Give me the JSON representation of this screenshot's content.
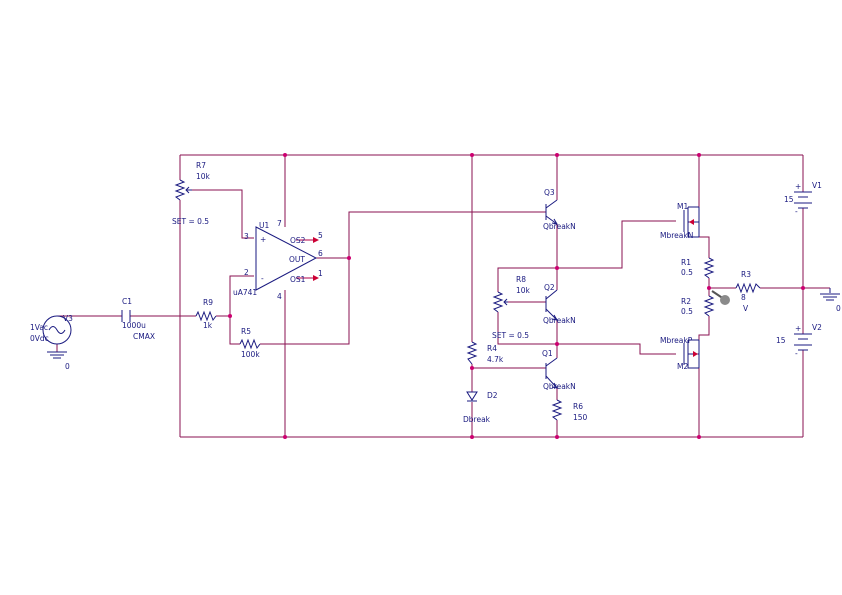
{
  "colors": {
    "wire": "#8a1252",
    "component": "#1a1a80",
    "junction": "#cc0070",
    "background": "#ffffff"
  },
  "labels": {
    "r7": "R7",
    "r7_value": "10k",
    "r7_set": "SET = 0.5",
    "u1": "U1",
    "u1_part": "uA741",
    "pin3": "3",
    "pin2": "2",
    "pin7": "7",
    "pin4": "4",
    "pin6": "6",
    "pin5": "5",
    "pin1": "1",
    "os2": "OS2",
    "os1": "OS1",
    "out": "OUT",
    "plus": "+",
    "minus": "-",
    "c1": "C1",
    "c1_value": "1000u",
    "c1_model": "CMAX",
    "r9": "R9",
    "r9_value": "1k",
    "r5": "R5",
    "r5_value": "100k",
    "v3": "V3",
    "v3_ac": "1Vac",
    "v3_dc": "0Vdc",
    "gnd_left": "0",
    "gnd_right": "0",
    "q3": "Q3",
    "q3_model": "QbreakN",
    "q2": "Q2",
    "q2_model": "QbreakN",
    "q1": "Q1",
    "q1_model": "QbreakN",
    "r8": "R8",
    "r8_value": "10k",
    "r8_set": "SET = 0.5",
    "r4": "R4",
    "r4_value": "4.7k",
    "d2": "D2",
    "d2_model": "Dbreak",
    "r6": "R6",
    "r6_value": "150",
    "m1": "M1",
    "m1_model": "MbreakN",
    "m2": "M2",
    "m2_model": "MbreakP",
    "r1": "R1",
    "r1_value": "0.5",
    "r2": "R2",
    "r2_value": "0.5",
    "r3": "R3",
    "r3_value": "8",
    "probe_v": "V",
    "v1": "V1",
    "v1_value": "15",
    "v2": "V2",
    "v2_value": "15"
  }
}
